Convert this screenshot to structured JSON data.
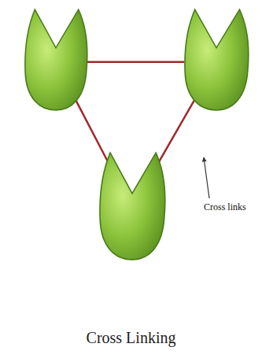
{
  "diagram": {
    "caption": "Cross Linking",
    "nodes": [
      {
        "text": []
      },
      {
        "text": []
      },
      {
        "text": []
      }
    ],
    "edges": [
      {
        "from": 0,
        "to": 1,
        "arrow": "none"
      },
      {
        "from": 0,
        "to": 2,
        "arrow": "none"
      },
      {
        "from": 1,
        "to": 2,
        "arrow": "none"
      }
    ],
    "labels": [
      "Cross links"
    ]
  }
}
